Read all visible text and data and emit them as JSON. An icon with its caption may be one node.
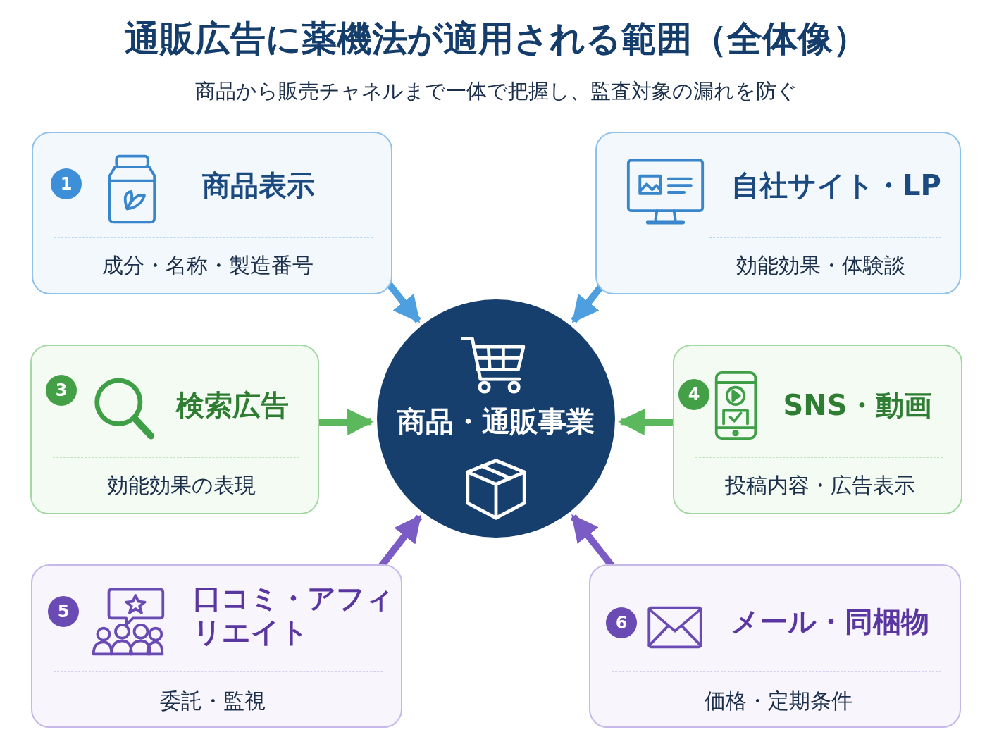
{
  "diagram": {
    "title": "通販広告に薬機法が適用される範囲（全体像）",
    "caption": "商品から販売チャネルまで一体で把握し、監査対象の漏れを防ぐ",
    "nodes": [
      {
        "text": [
          "商品・通販事業"
        ]
      },
      {
        "text": [
          "1",
          "商品表示",
          "成分・名称・製造番号"
        ]
      },
      {
        "text": [
          "自社サイト・LP",
          "効能効果・体験談"
        ]
      },
      {
        "text": [
          "3",
          "検索広告",
          "効能効果の表現"
        ]
      },
      {
        "text": [
          "4",
          "SNS・動画",
          "投稿内容・広告表示"
        ]
      },
      {
        "text": [
          "5",
          "口コミ・アフィリエイト",
          "委託・監視"
        ]
      },
      {
        "text": [
          "6",
          "メール・同梱物",
          "価格・定期条件"
        ]
      }
    ],
    "edges": [
      {
        "from": 1,
        "to": 0,
        "arrow": "to",
        "color": "#4d9fe0"
      },
      {
        "from": 2,
        "to": 0,
        "arrow": "to",
        "color": "#4d9fe0"
      },
      {
        "from": 3,
        "to": 0,
        "arrow": "to",
        "color": "#5cb85c"
      },
      {
        "from": 4,
        "to": 0,
        "arrow": "to",
        "color": "#5cb85c"
      },
      {
        "from": 5,
        "to": 0,
        "arrow": "to",
        "color": "#7b5cc4"
      },
      {
        "from": 6,
        "to": 0,
        "arrow": "to",
        "color": "#7b5cc4"
      }
    ]
  }
}
